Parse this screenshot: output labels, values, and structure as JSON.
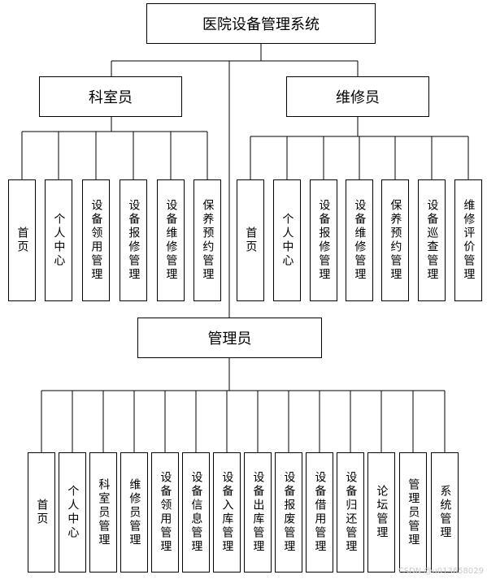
{
  "root": "医院设备管理系统",
  "groups": [
    {
      "title": "科室员",
      "children": [
        "首页",
        "个人中心",
        "设备领用管理",
        "设备报修管理",
        "设备维修管理",
        "保养预约管理"
      ]
    },
    {
      "title": "维修员",
      "children": [
        "首页",
        "个人中心",
        "设备报修管理",
        "设备维修管理",
        "保养预约管理",
        "设备巡查管理",
        "维修评价管理"
      ]
    },
    {
      "title": "管理员",
      "children": [
        "首页",
        "个人中心",
        "科室员管理",
        "维修员管理",
        "设备领用管理",
        "设备信息管理",
        "设备入库管理",
        "设备出库管理",
        "设备报废管理",
        "设备借用管理",
        "设备归还管理",
        "论坛管理",
        "管理员管理",
        "系统管理"
      ]
    }
  ],
  "watermark": "CSDN @u013658029"
}
